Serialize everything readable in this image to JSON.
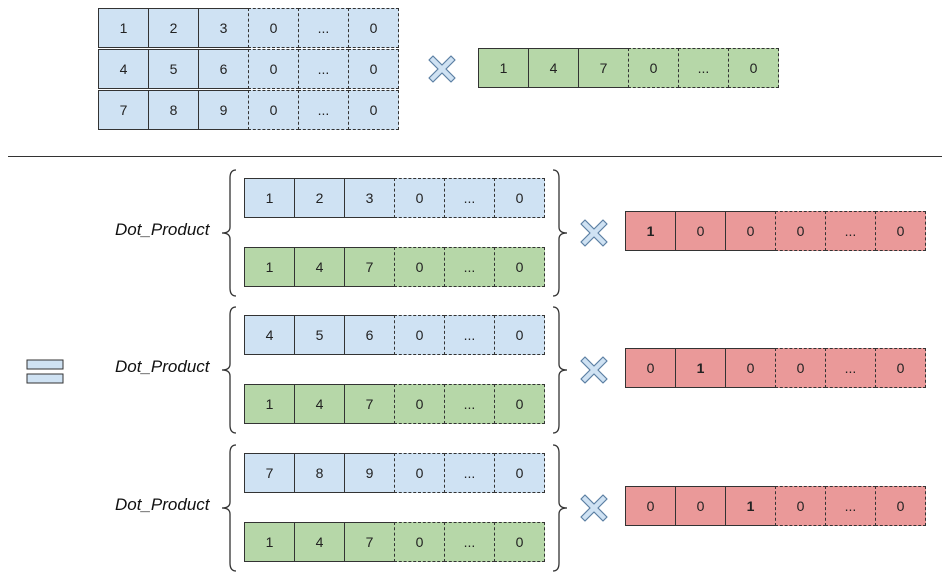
{
  "colors": {
    "blue": "#cfe2f3",
    "green": "#b6d7a8",
    "red": "#ea9999",
    "cross_fill": "#cfe2f3",
    "cross_stroke": "#5b7fa3"
  },
  "top": {
    "matrix_rows": [
      [
        "1",
        "2",
        "3",
        "0",
        "...",
        "0"
      ],
      [
        "4",
        "5",
        "6",
        "0",
        "...",
        "0"
      ],
      [
        "7",
        "8",
        "9",
        "0",
        "...",
        "0"
      ]
    ],
    "vector": [
      "1",
      "4",
      "7",
      "0",
      "...",
      "0"
    ]
  },
  "groups": [
    {
      "label": "Dot_Product",
      "row": [
        "1",
        "2",
        "3",
        "0",
        "...",
        "0"
      ],
      "vector": [
        "1",
        "4",
        "7",
        "0",
        "...",
        "0"
      ],
      "result": [
        "1",
        "0",
        "0",
        "0",
        "...",
        "0"
      ],
      "highlight": 0
    },
    {
      "label": "Dot_Product",
      "row": [
        "4",
        "5",
        "6",
        "0",
        "...",
        "0"
      ],
      "vector": [
        "1",
        "4",
        "7",
        "0",
        "...",
        "0"
      ],
      "result": [
        "0",
        "1",
        "0",
        "0",
        "...",
        "0"
      ],
      "highlight": 1
    },
    {
      "label": "Dot_Product",
      "row": [
        "7",
        "8",
        "9",
        "0",
        "...",
        "0"
      ],
      "vector": [
        "1",
        "4",
        "7",
        "0",
        "...",
        "0"
      ],
      "result": [
        "0",
        "0",
        "1",
        "0",
        "...",
        "0"
      ],
      "highlight": 2
    }
  ]
}
